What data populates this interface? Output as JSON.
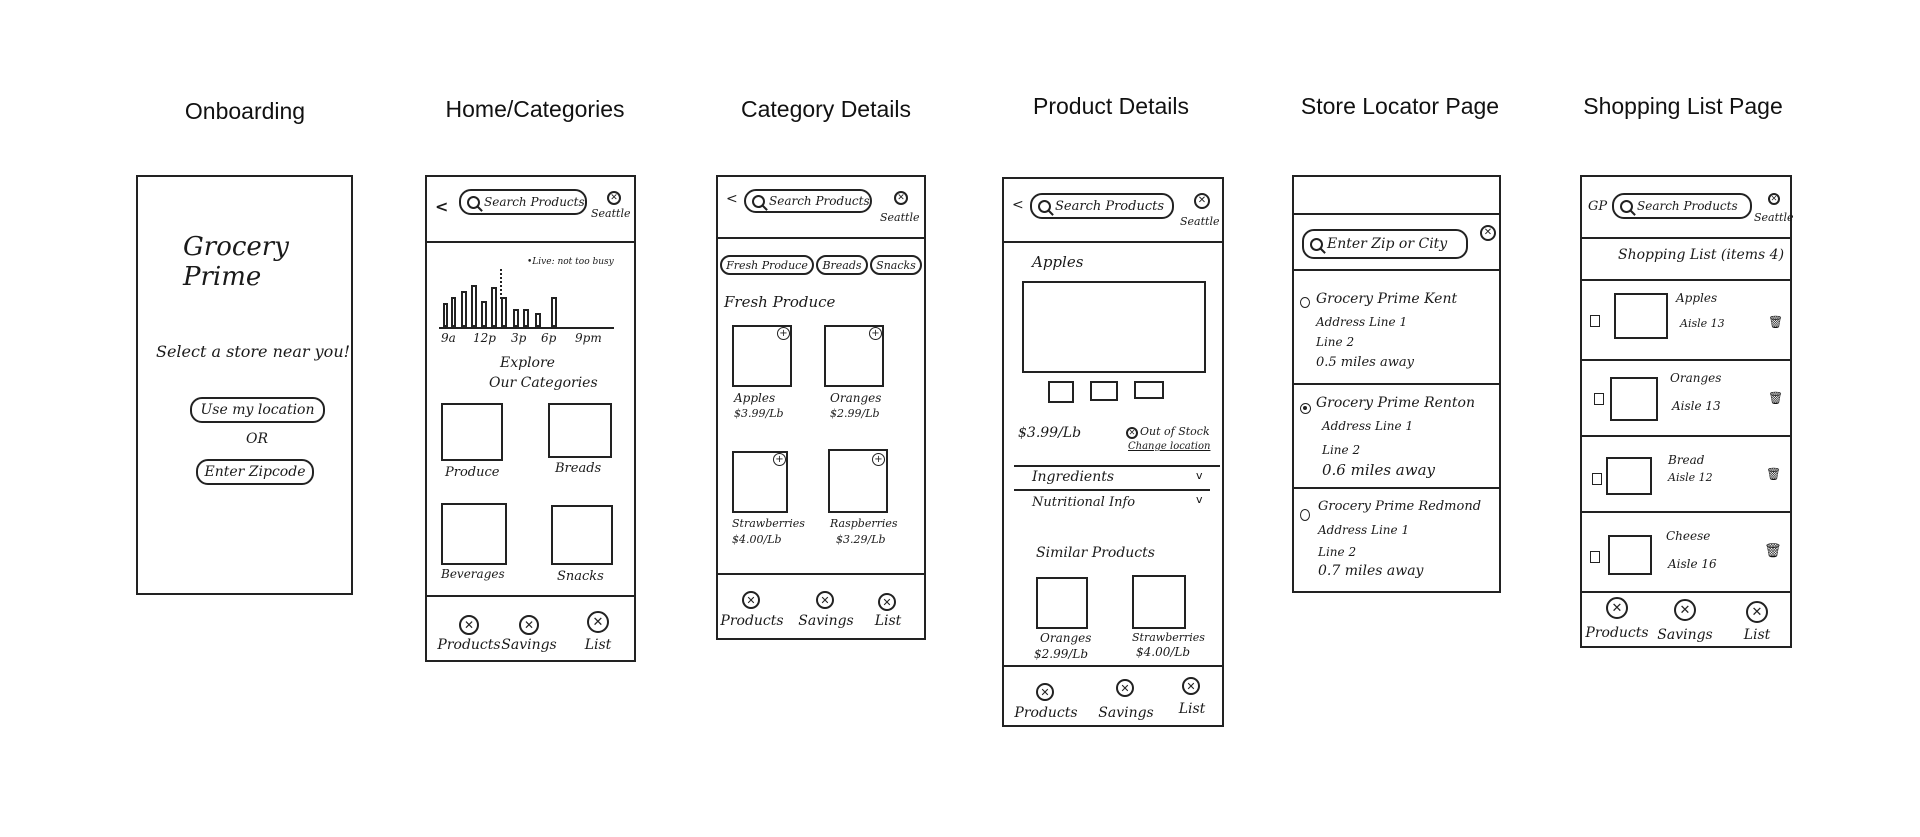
{
  "titles": {
    "onboarding": "Onboarding",
    "home": "Home/Categories",
    "category": "Category Details",
    "product": "Product Details",
    "locator": "Store Locator Page",
    "list": "Shopping List Page"
  },
  "onboarding": {
    "logo": "Grocery Prime",
    "prompt": "Select a store near you!",
    "use_location": "Use my location",
    "or": "OR",
    "enter_zip": "Enter Zipcode"
  },
  "header": {
    "back": "<",
    "search_placeholder": "Search Products",
    "location": "Seattle",
    "close": "⊗"
  },
  "home": {
    "chart_note": "•Live: not too busy",
    "chart_ticks": [
      "9a",
      "12p",
      "3p",
      "6p",
      "9pm"
    ],
    "explore_line1": "Explore",
    "explore_line2": "Our Categories",
    "categories": [
      "Produce",
      "Breads",
      "Beverages",
      "Snacks"
    ]
  },
  "tabs": {
    "products": "Products",
    "savings": "Savings",
    "list": "List"
  },
  "category": {
    "chips": [
      "Fresh Produce",
      "Breads",
      "Snacks"
    ],
    "heading": "Fresh Produce",
    "items": [
      {
        "name": "Apples",
        "price": "$3.99/Lb"
      },
      {
        "name": "Oranges",
        "price": "$2.99/Lb"
      },
      {
        "name": "Strawberries",
        "price": "$4.00/Lb"
      },
      {
        "name": "Raspberries",
        "price": "$3.29/Lb"
      }
    ]
  },
  "product": {
    "name": "Apples",
    "price": "$3.99/Lb",
    "stock": "Out of Stock",
    "change_location": "Change location",
    "ingredients": "Ingredients",
    "nutrition": "Nutritional Info",
    "similar": "Similar Products",
    "similar_items": [
      {
        "name": "Oranges",
        "price": "$2.99/Lb"
      },
      {
        "name": "Strawberries",
        "price": "$4.00/Lb"
      }
    ]
  },
  "locator": {
    "search_placeholder": "Enter Zip or City",
    "stores": [
      {
        "name": "Grocery Prime Kent",
        "line1": "Address Line 1",
        "line2": "Line 2",
        "distance": "0.5 miles away",
        "selected": false
      },
      {
        "name": "Grocery Prime Renton",
        "line1": "Address Line 1",
        "line2": "Line 2",
        "distance": "0.6 miles away",
        "selected": true
      },
      {
        "name": "Grocery Prime Redmond",
        "line1": "Address Line 1",
        "line2": "Line 2",
        "distance": "0.7 miles away",
        "selected": false
      }
    ]
  },
  "shopping_list": {
    "logo": "GP",
    "heading": "Shopping List (items 4)",
    "items": [
      {
        "name": "Apples",
        "aisle": "Aisle 13"
      },
      {
        "name": "Oranges",
        "aisle": "Aisle 13"
      },
      {
        "name": "Bread",
        "aisle": "Aisle 12"
      },
      {
        "name": "Cheese",
        "aisle": "Aisle 16"
      }
    ]
  }
}
